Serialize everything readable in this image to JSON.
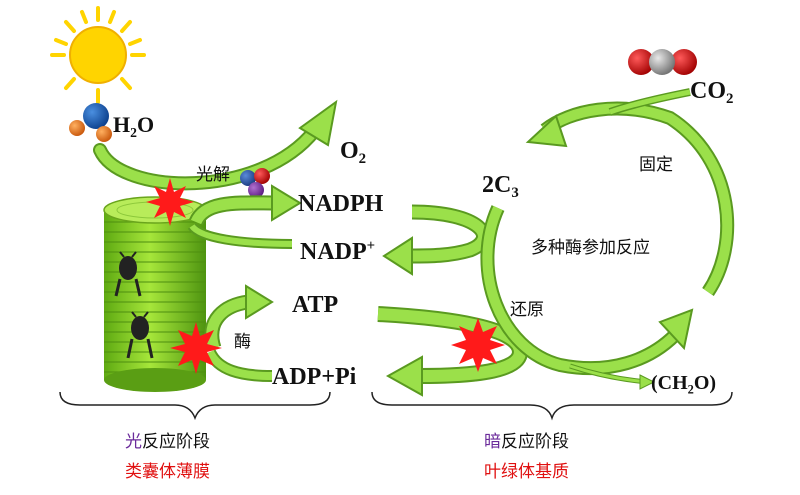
{
  "light": {
    "water": {
      "main": "H",
      "sub": "2",
      "tail": "O"
    },
    "photolysis": "光解",
    "oxygen": {
      "main": "O",
      "sub": "2"
    },
    "nadph": "NADPH",
    "nadp": {
      "main": "NADP",
      "sup": "+"
    },
    "atp": "ATP",
    "enzyme": "酶",
    "adp": "ADP+Pi"
  },
  "dark": {
    "co2": {
      "main": "CO",
      "sub": "2"
    },
    "fixation": "固定",
    "c3": {
      "main": "2C",
      "sub": "3"
    },
    "enzymes": "多种酶参加反应",
    "reduction": "还原",
    "ch2o": {
      "open": "(CH",
      "sub": "2",
      "close": "O)"
    }
  },
  "captions": {
    "light_stage": {
      "first": "光",
      "rest": "反应阶段"
    },
    "light_site": "类囊体薄膜",
    "dark_stage": {
      "first": "暗",
      "rest": "反应阶段"
    },
    "dark_site": "叶绿体基质"
  },
  "colors": {
    "arrow_fill": "#9be04a",
    "arrow_stroke": "#5a9a20",
    "starburst": "#ff1a1a",
    "stack": "#8fd62a",
    "sun": "#ffd400",
    "caption_purple": "#6a2a9a",
    "caption_red": "#e01010"
  }
}
